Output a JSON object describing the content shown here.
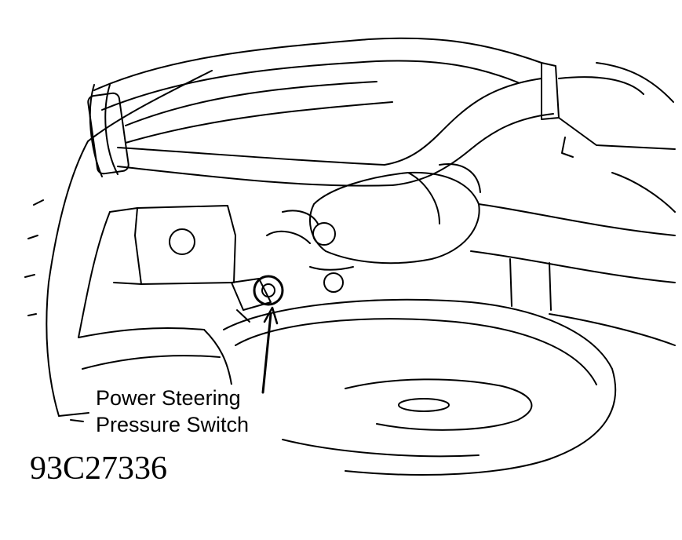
{
  "diagram": {
    "label_line_1": "Power Steering",
    "label_line_2": "Pressure Switch",
    "figure_id": "93C27336"
  },
  "colors": {
    "ink": "#000000",
    "paper": "#ffffff"
  }
}
